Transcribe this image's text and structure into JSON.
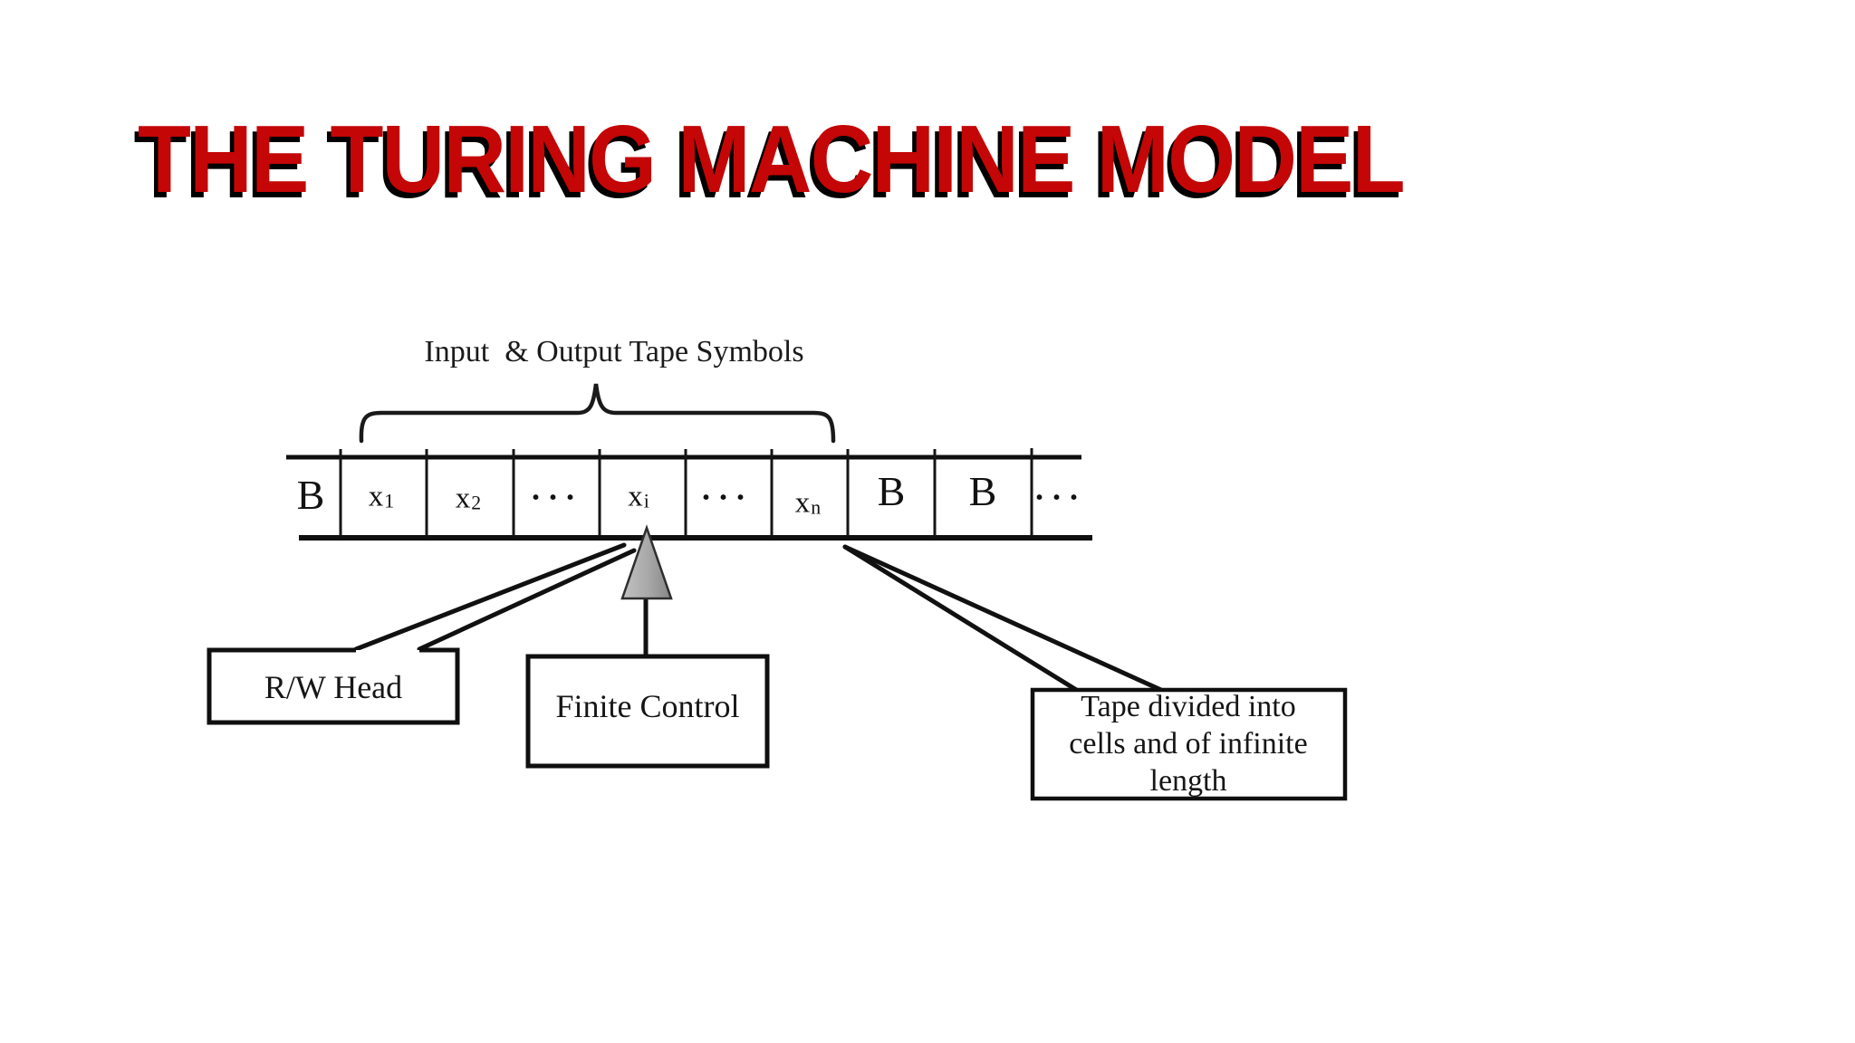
{
  "title": {
    "text": "THE TURING MACHINE MODEL"
  },
  "diagram": {
    "brace_label": "Input  & Output Tape Symbols",
    "tape": {
      "cells": [
        {
          "main": "B",
          "sub": ""
        },
        {
          "main": "x",
          "sub": "1"
        },
        {
          "main": "x",
          "sub": "2"
        },
        {
          "main": "···",
          "sub": ""
        },
        {
          "main": "x",
          "sub": "i"
        },
        {
          "main": "···",
          "sub": ""
        },
        {
          "main": "x",
          "sub": "n"
        },
        {
          "main": "B",
          "sub": ""
        },
        {
          "main": "B",
          "sub": ""
        },
        {
          "main": "···",
          "sub": ""
        }
      ]
    },
    "labels": {
      "rw_head": "R/W Head",
      "finite_control": "Finite Control",
      "tape_divided_lines": [
        "Tape divided into",
        "cells and of infinite",
        "length"
      ]
    }
  },
  "colors": {
    "title_red": "#c40606",
    "title_shadow": "#000000",
    "ink": "#141414",
    "triangle_light": "#bdbdbd",
    "triangle_dark": "#8a8a8a"
  }
}
